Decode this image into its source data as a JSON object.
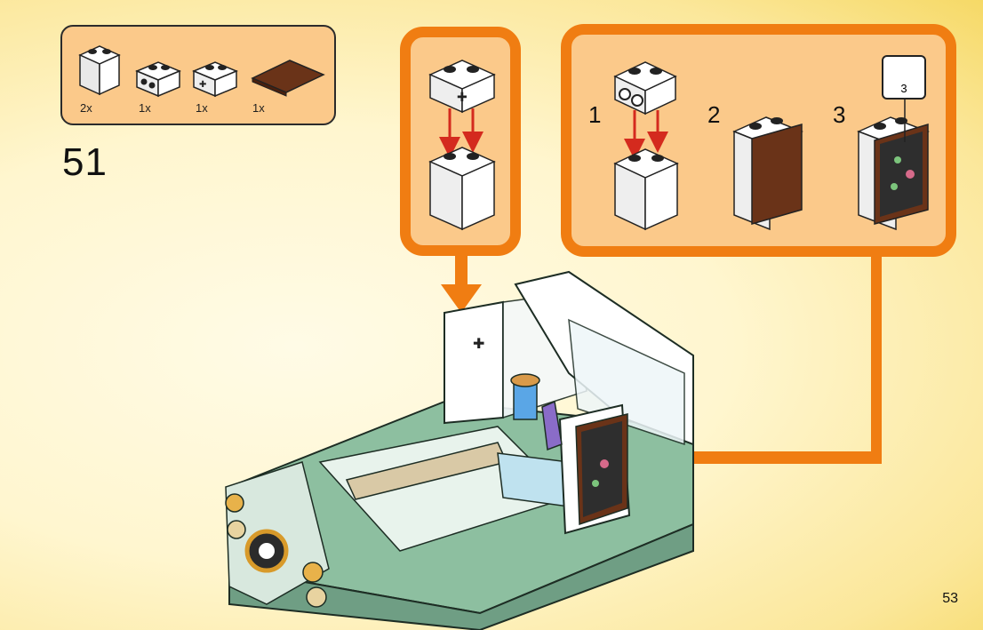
{
  "parts": [
    {
      "qty": "2x",
      "icon": "white-1x2-brick-icon"
    },
    {
      "qty": "1x",
      "icon": "white-1x2-brick-with-studs-on-side-icon"
    },
    {
      "qty": "1x",
      "icon": "white-1x2-brick-with-axle-hole-icon"
    },
    {
      "qty": "1x",
      "icon": "brown-2x4-tile-icon"
    }
  ],
  "step_number": "51",
  "substeps": [
    "1",
    "2",
    "3"
  ],
  "sticker_number": "3",
  "page_number": "53",
  "colors": {
    "callout_border": "#f07d12",
    "callout_fill": "#fbc98a",
    "arrow_red": "#d42a1e",
    "van_green": "#8dbfa0",
    "brick_white": "#ffffff",
    "tile_brown": "#6a3318"
  }
}
